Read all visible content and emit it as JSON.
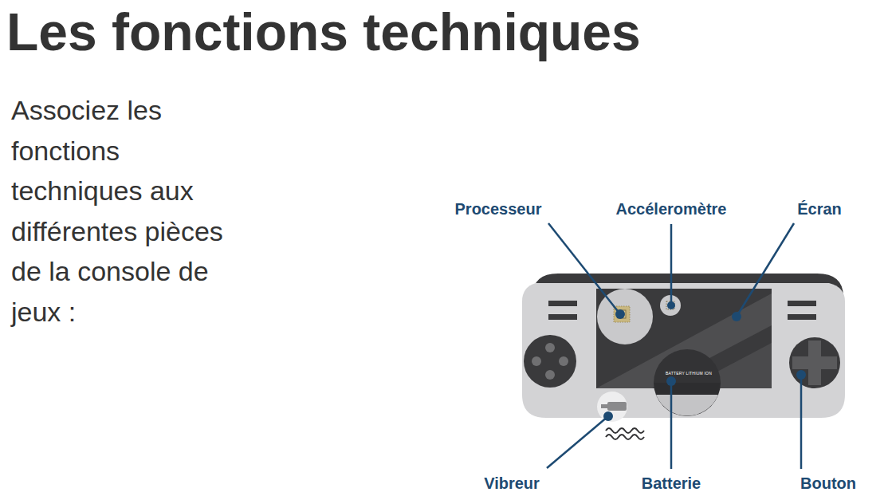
{
  "diagram": {
    "title": "Les fonctions techniques",
    "labels": [
      "Associez les fonctions techniques aux différentes pièces de la console de jeux :",
      "Processeur",
      "Accéleromètre",
      "Écran",
      "BATTERY LITHIUM ION",
      "Vibreur",
      "Batterie",
      "Bouton"
    ]
  }
}
